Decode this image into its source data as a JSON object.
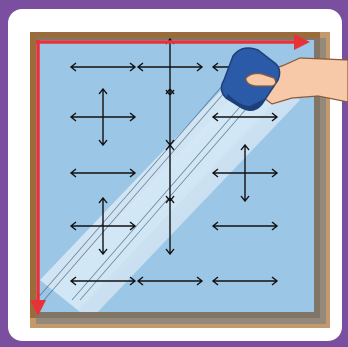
{
  "colors": {
    "background": "#7b4fa0",
    "card": "#ffffff",
    "pane": "#9cc6e6",
    "pane_light": "#d6ebf8",
    "frame_outer": "#c49a6c",
    "frame_inner": "#9a6b3b",
    "film_edge": "#6e7d8a",
    "guide_line": "#e8323a",
    "arrow": "#111111",
    "squeegee": "#2b5ba8",
    "squeegee_dark": "#1d3f7a",
    "skin": "#f7c9a8"
  },
  "icons": {
    "squeegee": "squeegee-icon",
    "hand": "hand-icon",
    "horizontal_arrow": "double-headed-horizontal-arrow",
    "vertical_arrow": "double-headed-vertical-arrow",
    "cross_arrow": "four-way-arrow"
  },
  "arrow_grid": {
    "rows": 5,
    "columns": 3,
    "cells": [
      [
        "horizontal",
        "cross",
        "horizontal"
      ],
      [
        "cross",
        "vertical",
        "horizontal"
      ],
      [
        "horizontal",
        "vertical",
        "cross"
      ],
      [
        "cross",
        "vertical",
        "horizontal"
      ],
      [
        "horizontal",
        "horizontal",
        "horizontal"
      ]
    ]
  },
  "guide_arrows": [
    "top-edge-right",
    "left-edge-down"
  ]
}
